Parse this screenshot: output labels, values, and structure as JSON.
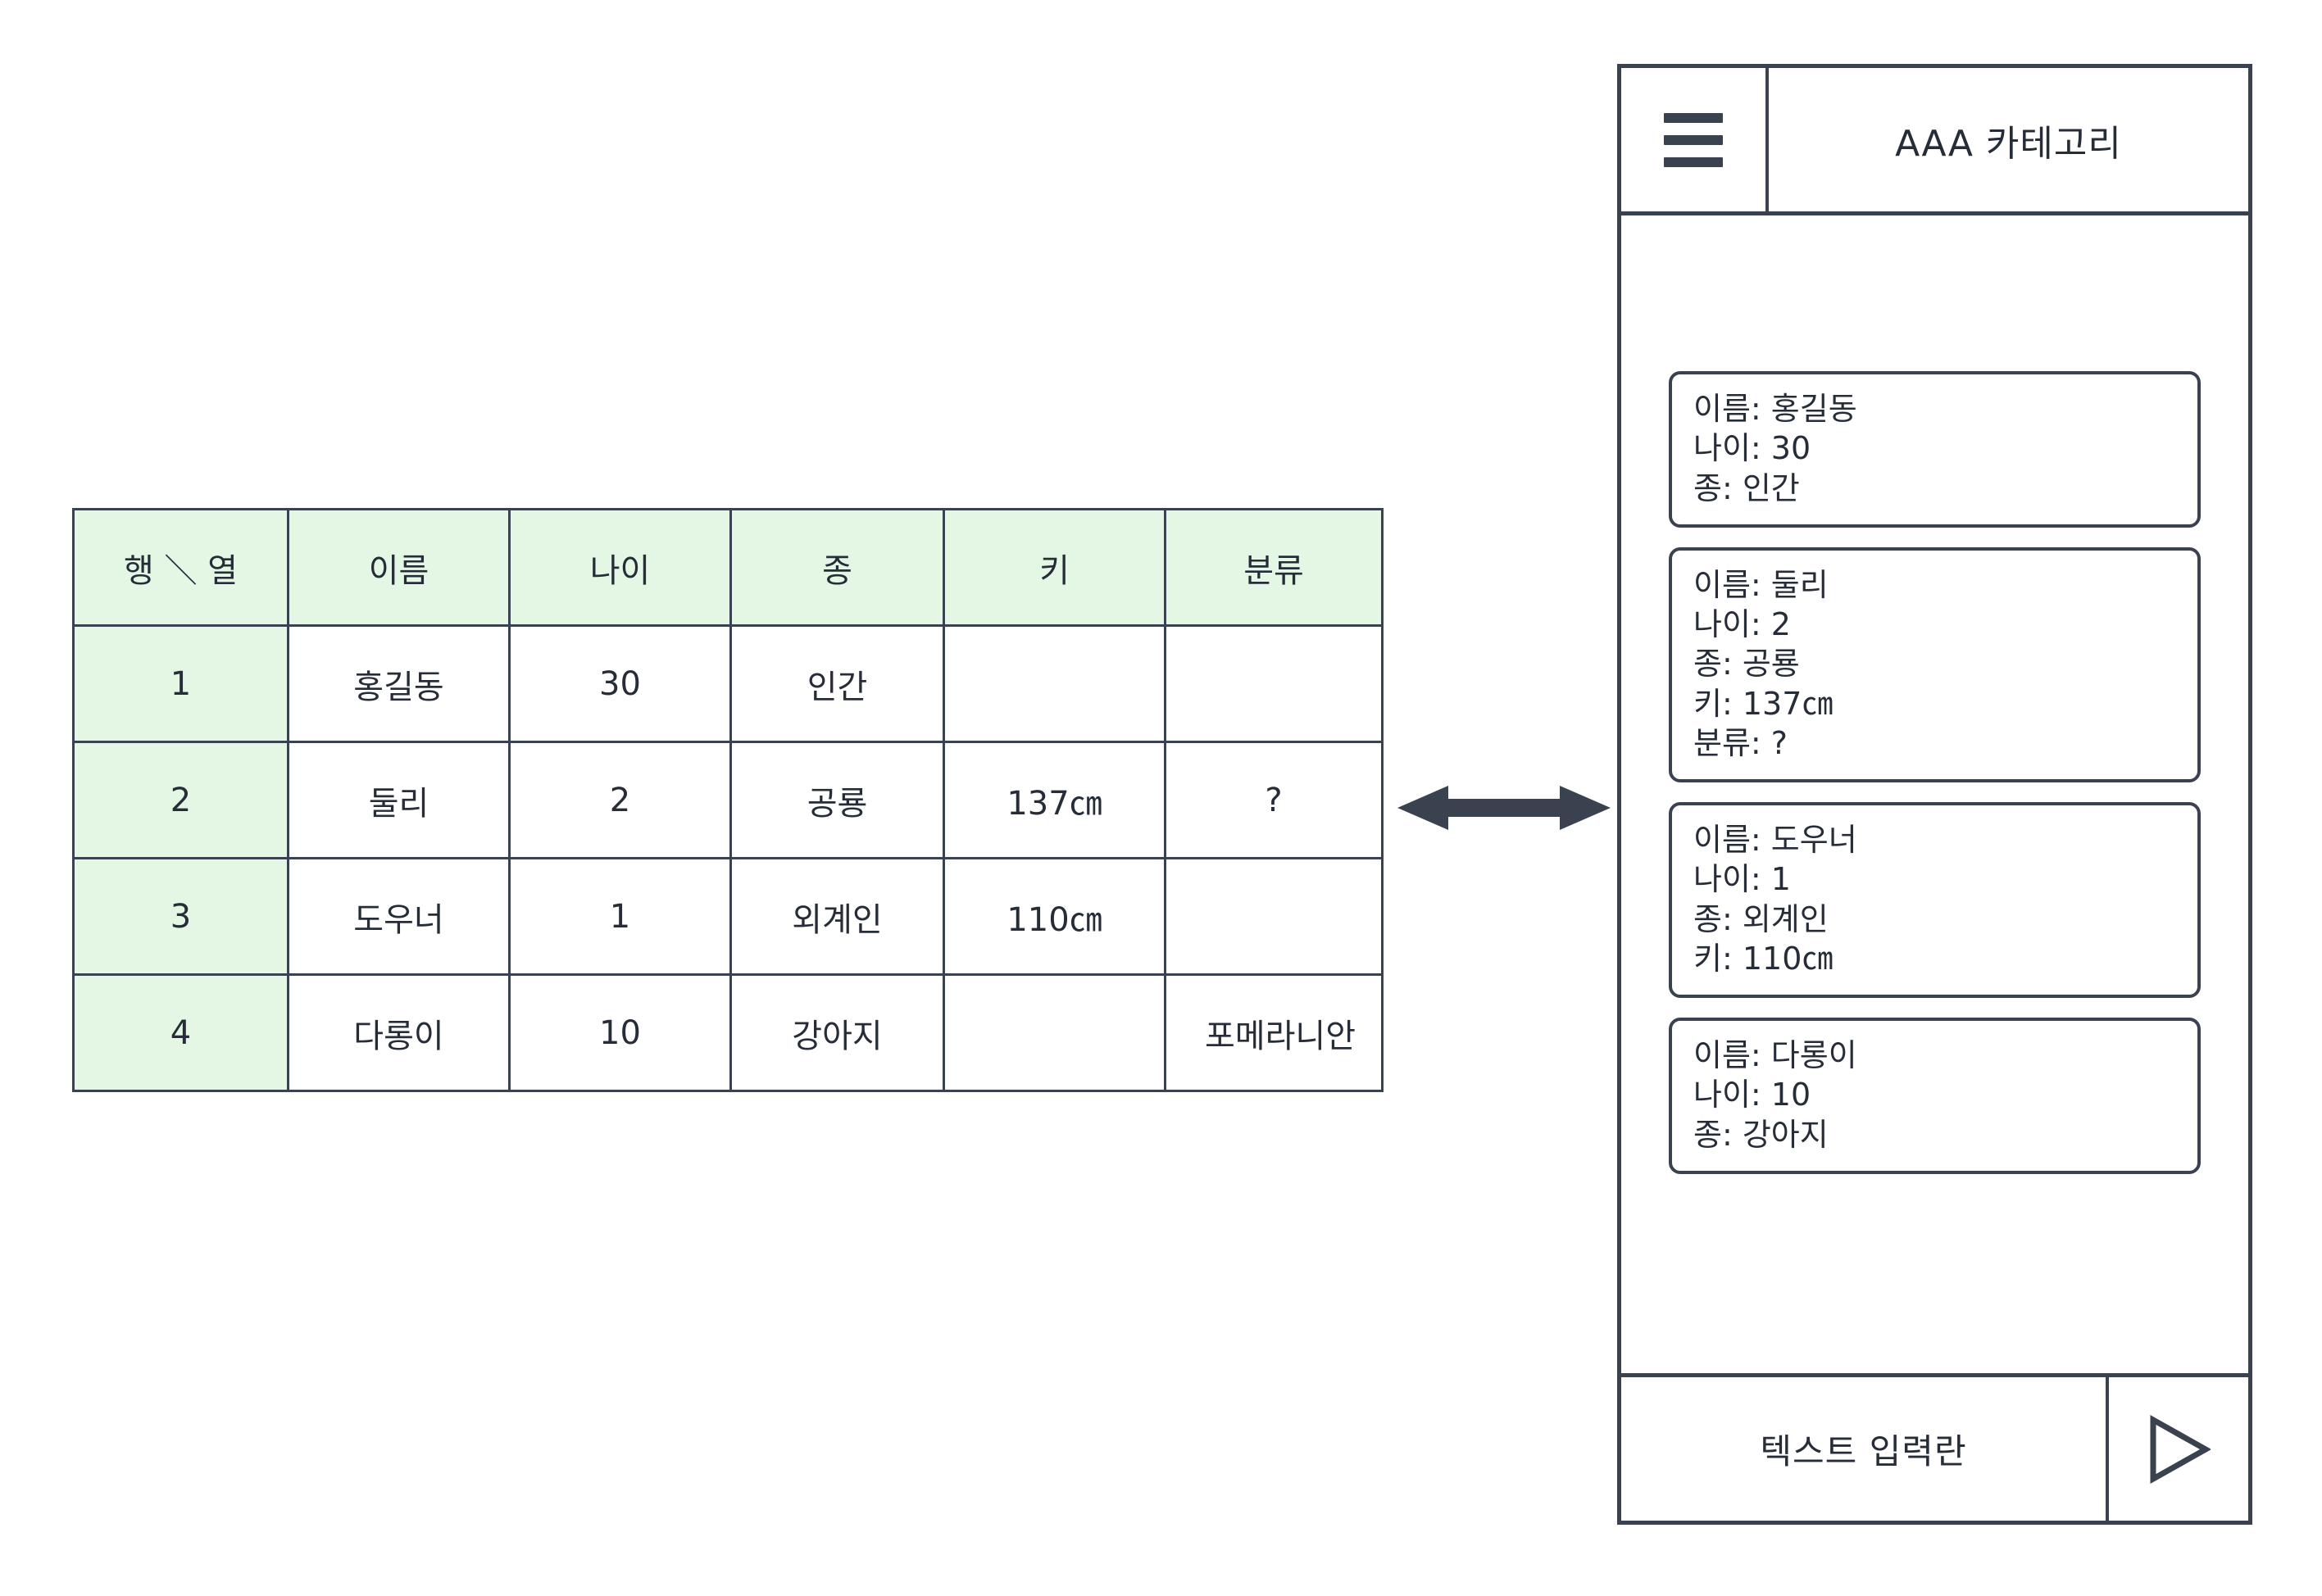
{
  "table": {
    "columns": [
      "행 ＼ 열",
      "이름",
      "나이",
      "종",
      "키",
      "분류"
    ],
    "rows": [
      {
        "index": "1",
        "name": "홍길동",
        "age": "30",
        "species": "인간",
        "height": "",
        "category": ""
      },
      {
        "index": "2",
        "name": "둘리",
        "age": "2",
        "species": "공룡",
        "height": "137㎝",
        "category": "?"
      },
      {
        "index": "3",
        "name": "도우너",
        "age": "1",
        "species": "외계인",
        "height": "110㎝",
        "category": ""
      },
      {
        "index": "4",
        "name": "다롱이",
        "age": "10",
        "species": "강아지",
        "height": "",
        "category": "포메라니안"
      }
    ],
    "header_fill": "#e4f7e4",
    "border_color": "#3a4250"
  },
  "connector": {
    "icon": "double-arrow-horizontal-icon",
    "color": "#3a4250"
  },
  "phone": {
    "header": {
      "menu_icon": "hamburger-menu-icon",
      "title": "AAA 카테고리"
    },
    "cards": [
      {
        "lines": [
          "이름: 홍길동",
          "나이: 30",
          "종: 인간"
        ]
      },
      {
        "lines": [
          "이름: 둘리",
          "나이: 2",
          "종: 공룡",
          "키: 137㎝",
          "분류: ?"
        ]
      },
      {
        "lines": [
          "이름: 도우너",
          "나이: 1",
          "종: 외계인",
          "키: 110㎝"
        ]
      },
      {
        "lines": [
          "이름: 다롱이",
          "나이: 10",
          "종: 강아지"
        ]
      }
    ],
    "footer": {
      "input_label": "텍스트 입력란",
      "send_icon": "send-triangle-icon"
    },
    "frame_color": "#3a4250"
  }
}
